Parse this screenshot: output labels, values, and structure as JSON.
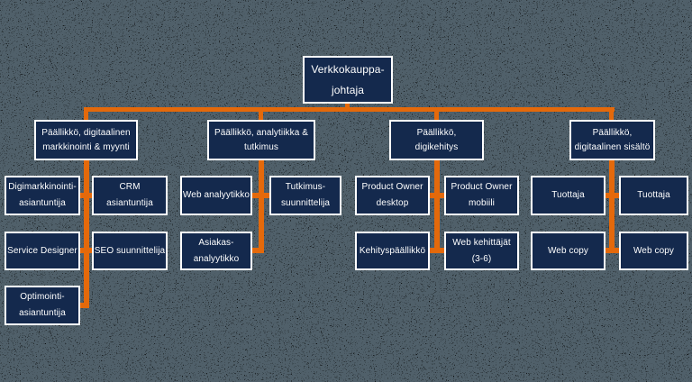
{
  "colors": {
    "background": "#50606a",
    "noise_speckle": "#000000",
    "box_fill": "#14294d",
    "box_border": "#ffffff",
    "box_text": "#ffffff",
    "connector": "#e4690b"
  },
  "org": {
    "root": "Verkkokauppa-\njohtaja",
    "branches": [
      {
        "title": "Päällikkö, digitaalinen\nmarkkinointi & myynti",
        "children": [
          "Digimarkkinointi-\nasiantuntija",
          "CRM\nasiantuntija",
          "Service Designer",
          "SEO suunnittelija",
          "Optimointi-\nasiantuntija"
        ]
      },
      {
        "title": "Päällikkö, analytiikka &\ntutkimus",
        "children": [
          "Web analyytikko",
          "Tutkimus-\nsuunnittelija",
          "Asiakas-\nanalyytikko"
        ]
      },
      {
        "title": "Päällikkö,\ndigikehitys",
        "children": [
          "Product Owner\ndesktop",
          "Product Owner\nmobiili",
          "Kehityspäällikkö",
          "Web kehittäjät\n(3-6)"
        ]
      },
      {
        "title": "Päällikkö,\ndigitaalinen sisältö",
        "children": [
          "Tuottaja",
          "Tuottaja",
          "Web copy",
          "Web copy"
        ]
      }
    ]
  }
}
